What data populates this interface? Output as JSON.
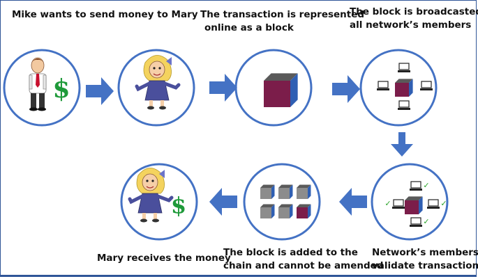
{
  "steps": [
    {
      "id": "mike",
      "label_lines": [
        "Mike wants to send money to Mary"
      ]
    },
    {
      "id": "transaction",
      "label_lines": [
        "The transaction is represented",
        "online as a block"
      ]
    },
    {
      "id": "broadcast",
      "label_lines": [
        "The block is broadcasted to",
        "all network’s members"
      ]
    },
    {
      "id": "validate",
      "label_lines": [
        "Network’s members",
        "validate transaction"
      ]
    },
    {
      "id": "chain",
      "label_lines": [
        "The block is added to the",
        "chain and cannot be amended"
      ]
    },
    {
      "id": "received",
      "label_lines": [
        "Mary receives the money"
      ]
    }
  ],
  "colors": {
    "circle_border": "#4472c4",
    "arrow": "#4472c4",
    "block_front": "#7b1d4a",
    "block_side": "#2f5fb3",
    "block_top": "#5a5a5a",
    "chain_block": "#8c8c8c",
    "dollar": "#1f9a3a",
    "check": "#29a329",
    "frame": "#2f5597"
  },
  "icons": {
    "currency_symbol": "$",
    "check_mark": "✓"
  }
}
